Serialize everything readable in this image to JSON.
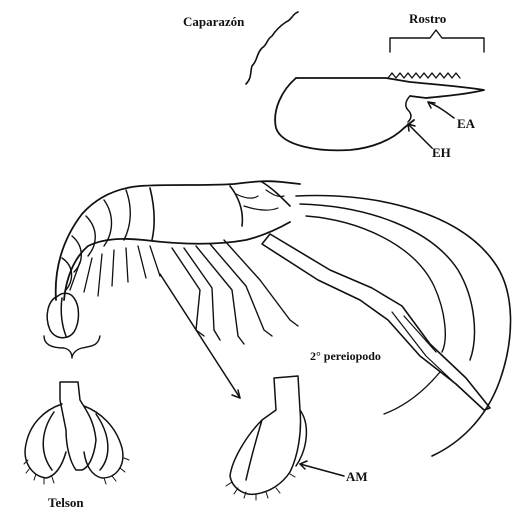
{
  "labels": {
    "caparazon": "Caparazón",
    "rostro": "Rostro",
    "ea": "EA",
    "eh": "EH",
    "pereiopodo": "2° pereiopodo",
    "am": "AM",
    "telson": "Telson"
  },
  "colors": {
    "ink": "#111111",
    "background": "#ffffff"
  }
}
